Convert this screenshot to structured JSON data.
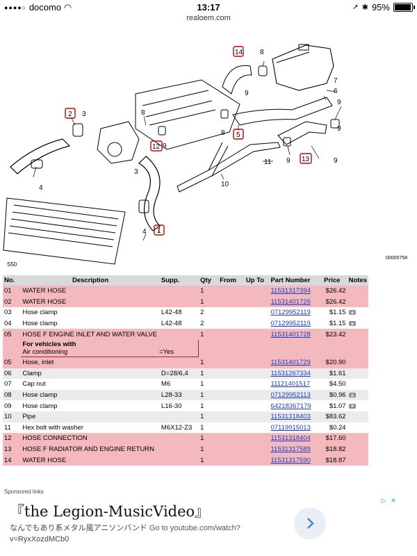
{
  "status": {
    "carrier": "docomo",
    "time": "13:17",
    "battery": "95%",
    "battery_level": 0.95
  },
  "url": "realoem.com",
  "diagram": {
    "engine_code": "S50",
    "image_id": "00000758",
    "callouts": {
      "c14": "14",
      "c8a": "8",
      "c9a": "9",
      "c7": "7",
      "c6": "6",
      "c2": "2",
      "c3": "3",
      "c8b": "8",
      "c9b": "9",
      "c12": "12",
      "c8c": "8",
      "c5": "5",
      "c9c": "9",
      "c9d": "9",
      "c11": "11",
      "c13": "13",
      "c9e": "9",
      "c10": "10",
      "c4a": "4",
      "c3b": "3",
      "c4b": "4",
      "c1": "1"
    }
  },
  "table": {
    "headers": [
      "No.",
      "Description",
      "Supp.",
      "Qty",
      "From",
      "Up To",
      "Part Number",
      "Price",
      "Notes"
    ],
    "rows": [
      {
        "no": "01",
        "desc": "WATER HOSE",
        "supp": "",
        "qty": "1",
        "part": "11531317394",
        "price": "$26.42",
        "style": "hl",
        "icon": false
      },
      {
        "no": "02",
        "desc": "WATER HOSE",
        "supp": "",
        "qty": "1",
        "part": "11531401726",
        "price": "$26.42",
        "style": "hl",
        "icon": false
      },
      {
        "no": "03",
        "desc": "Hose clamp",
        "supp": "L42-48",
        "qty": "2",
        "part": "07129952119",
        "price": "$1.15",
        "style": "pl",
        "icon": true
      },
      {
        "no": "04",
        "desc": "Hose clamp",
        "supp": "L42-48",
        "qty": "2",
        "part": "07129952119",
        "price": "$1.15",
        "style": "pl",
        "icon": true
      },
      {
        "no": "05",
        "desc": "HOSE F ENGINE INLET AND WATER VALVE",
        "supp": "",
        "qty": "1",
        "part": "11531401728",
        "price": "$23.42",
        "style": "hl",
        "icon": false
      }
    ],
    "note": {
      "line1": "For vehicles with",
      "line2": "Air conditioning",
      "value": "=Yes"
    },
    "rows2": [
      {
        "no": "05",
        "desc": "Hose, inlet",
        "supp": "",
        "qty": "1",
        "part": "11531401729",
        "price": "$20.90",
        "style": "hl",
        "icon": false
      },
      {
        "no": "06",
        "desc": "Clamp",
        "supp": "D=28/6,4",
        "qty": "1",
        "part": "11531267334",
        "price": "$1.61",
        "style": "gy",
        "icon": false
      },
      {
        "no": "07",
        "desc": "Cap nut",
        "supp": "M6",
        "qty": "1",
        "part": "11121401517",
        "price": "$4.50",
        "style": "pl",
        "icon": false
      },
      {
        "no": "08",
        "desc": "Hose clamp",
        "supp": "L28-33",
        "qty": "1",
        "part": "07129952113",
        "price": "$0.96",
        "style": "gy",
        "icon": true
      },
      {
        "no": "09",
        "desc": "Hose clamp",
        "supp": "L16-30",
        "qty": "1",
        "part": "64218367179",
        "price": "$1.07",
        "style": "pl",
        "icon": true
      },
      {
        "no": "10",
        "desc": "Pipe",
        "supp": "",
        "qty": "1",
        "part": "11531318403",
        "price": "$83.62",
        "style": "gy",
        "icon": false
      },
      {
        "no": "11",
        "desc": "Hex bolt with washer",
        "supp": "M6X12-Z3",
        "qty": "1",
        "part": "07119915013",
        "price": "$0.24",
        "style": "pl",
        "icon": false
      },
      {
        "no": "12",
        "desc": "HOSE CONNECTION",
        "supp": "",
        "qty": "1",
        "part": "11531318404",
        "price": "$17.60",
        "style": "hl",
        "icon": false
      },
      {
        "no": "13",
        "desc": "HOSE F RADIATOR AND ENGINE RETURN",
        "supp": "",
        "qty": "1",
        "part": "11531317589",
        "price": "$18.82",
        "style": "hl",
        "icon": false
      },
      {
        "no": "14",
        "desc": "WATER HOSE",
        "supp": "",
        "qty": "1",
        "part": "11531317590",
        "price": "$18.87",
        "style": "hl",
        "icon": false
      }
    ]
  },
  "ad": {
    "label": "Sponsored links",
    "title": "『the Legion-MusicVideo』",
    "line1": "なんでもあり系メタル風アニソンバンド",
    "line1_url": "Go to youtube.com/watch?",
    "line2": "v=RyxXozdMCb0"
  }
}
